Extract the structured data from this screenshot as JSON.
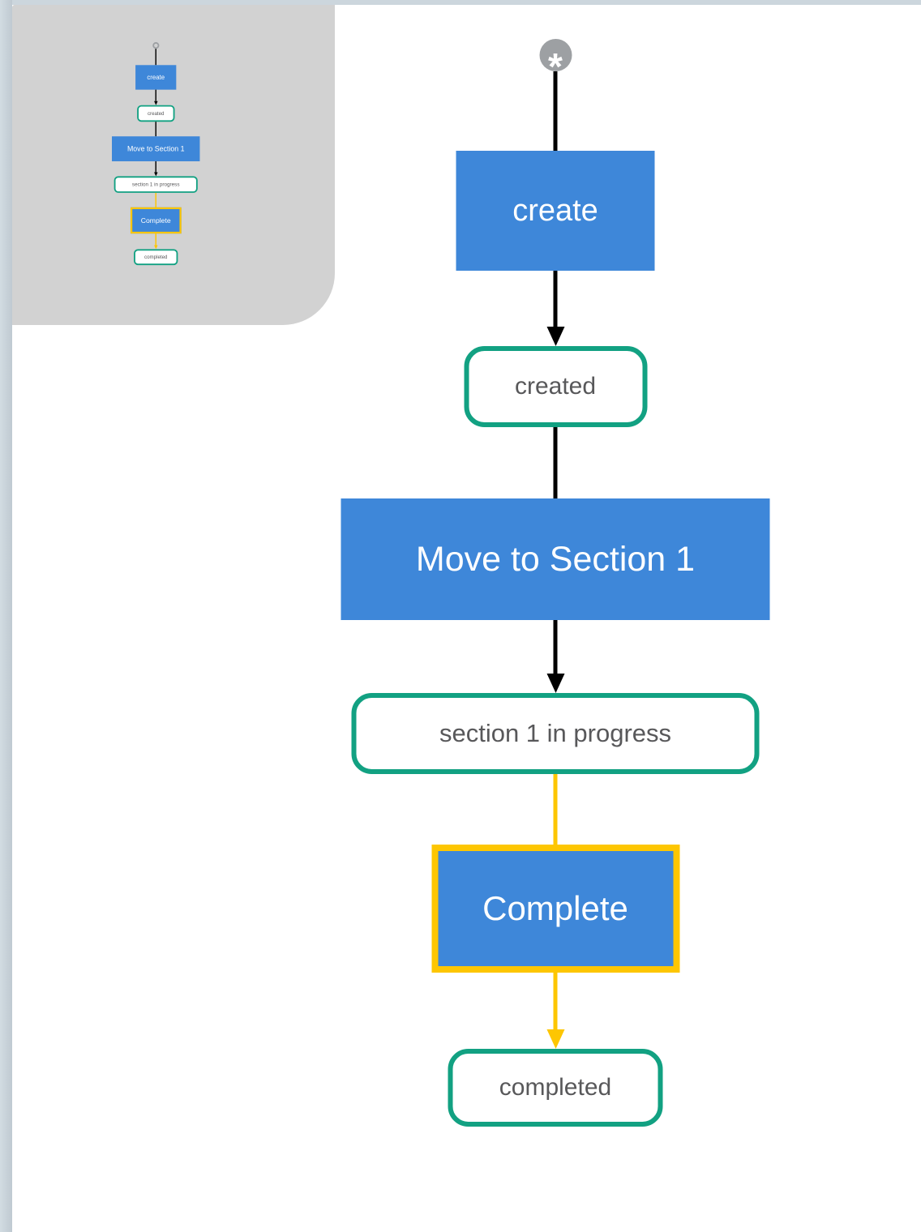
{
  "diagram": {
    "start_glyph": "*",
    "nodes": [
      {
        "id": "create",
        "type": "action",
        "label": "create"
      },
      {
        "id": "created",
        "type": "state",
        "label": "created"
      },
      {
        "id": "move-to-section-1",
        "type": "action",
        "label": "Move to Section 1"
      },
      {
        "id": "section-1-in-progress",
        "type": "state",
        "label": "section 1 in progress"
      },
      {
        "id": "complete",
        "type": "action",
        "label": "Complete",
        "selected": true
      },
      {
        "id": "completed",
        "type": "state",
        "label": "completed"
      }
    ],
    "edges": [
      {
        "from": "initial",
        "to": "create",
        "color": "black",
        "arrowhead": false
      },
      {
        "from": "create",
        "to": "created",
        "color": "black",
        "arrowhead": true
      },
      {
        "from": "created",
        "to": "move-to-section-1",
        "color": "black",
        "arrowhead": false
      },
      {
        "from": "move-to-section-1",
        "to": "section-1-in-progress",
        "color": "black",
        "arrowhead": true
      },
      {
        "from": "section-1-in-progress",
        "to": "complete",
        "color": "yellow",
        "arrowhead": false
      },
      {
        "from": "complete",
        "to": "completed",
        "color": "yellow",
        "arrowhead": true
      }
    ],
    "colors": {
      "action_fill": "#3e87d9",
      "state_border": "#12a182",
      "selected_border": "#fdc602",
      "edge_default": "#000000",
      "edge_selected": "#fdc602",
      "start_fill": "#9da0a3",
      "minimap_bg": "#d2d2d2"
    }
  }
}
